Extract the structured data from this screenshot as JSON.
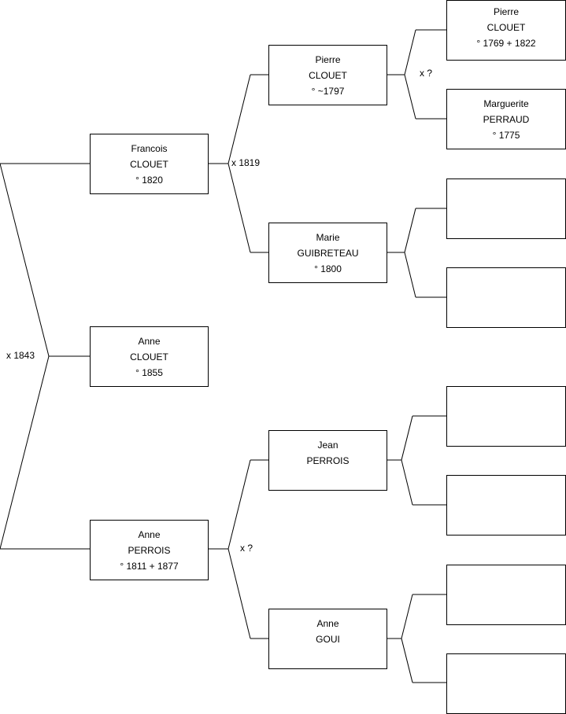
{
  "persons": {
    "anne_clouet": {
      "first": "Anne",
      "last": "CLOUET",
      "dates": "° 1855"
    },
    "francois_clouet": {
      "first": "Francois",
      "last": "CLOUET",
      "dates": "° 1820"
    },
    "anne_perrois": {
      "first": "Anne",
      "last": "PERROIS",
      "dates": "° 1811 + 1877"
    },
    "pierre_clouet_1797": {
      "first": "Pierre",
      "last": "CLOUET",
      "dates": "° ~1797"
    },
    "marie_guibreteau": {
      "first": "Marie",
      "last": "GUIBRETEAU",
      "dates": "° 1800"
    },
    "jean_perrois": {
      "first": "Jean",
      "last": "PERROIS",
      "dates": ""
    },
    "anne_goui": {
      "first": "Anne",
      "last": "GOUI",
      "dates": ""
    },
    "pierre_clouet_1769": {
      "first": "Pierre",
      "last": "CLOUET",
      "dates": "° 1769 + 1822"
    },
    "marguerite_perraud": {
      "first": "Marguerite",
      "last": "PERRAUD",
      "dates": "° 1775"
    }
  },
  "marriages": {
    "parents": "x 1843",
    "clouet_guibreteau": "x 1819",
    "perrois_goui": "x ?",
    "clouet_perraud": "x ?"
  }
}
